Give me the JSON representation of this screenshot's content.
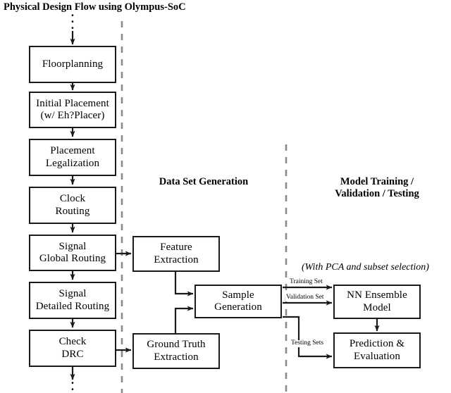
{
  "diagram": {
    "title": "Physical Design Flow using Olympus-SoC",
    "section_headers": [
      {
        "id": "dataset",
        "text": "Data Set Generation"
      },
      {
        "id": "model",
        "text": "Model Training /\nValidation / Testing"
      }
    ],
    "note": "(With PCA and subset selection)",
    "ellipsis_glyph": "·",
    "colors": {
      "box_border": "#1a1a1a",
      "box_fill": "#ffffff",
      "edge": "#1a1a1a",
      "divider": "#808080",
      "text": "#000000",
      "background": "#ffffff"
    },
    "nodes": [
      {
        "id": "floorplanning",
        "label": "Floorplanning"
      },
      {
        "id": "initial-placement",
        "label": "Initial Placement\n(w/ Eh?Placer)"
      },
      {
        "id": "placement-legalization",
        "label": "Placement\nLegalization"
      },
      {
        "id": "clock-routing",
        "label": "Clock\nRouting"
      },
      {
        "id": "signal-global-routing",
        "label": "Signal\nGlobal Routing"
      },
      {
        "id": "signal-detailed-routing",
        "label": "Signal\nDetailed Routing"
      },
      {
        "id": "check-drc",
        "label": "Check\nDRC"
      },
      {
        "id": "feature-extraction",
        "label": "Feature\nExtraction"
      },
      {
        "id": "ground-truth-extraction",
        "label": "Ground Truth\nExtraction"
      },
      {
        "id": "sample-generation",
        "label": "Sample\nGeneration"
      },
      {
        "id": "nn-ensemble-model",
        "label": "NN Ensemble\nModel"
      },
      {
        "id": "prediction-evaluation",
        "label": "Prediction &\nEvaluation"
      }
    ],
    "edge_labels": [
      {
        "id": "training-set",
        "text": "Training Set"
      },
      {
        "id": "validation-set",
        "text": "Validation Set"
      },
      {
        "id": "testing-sets",
        "text": "Testing Sets"
      }
    ]
  }
}
